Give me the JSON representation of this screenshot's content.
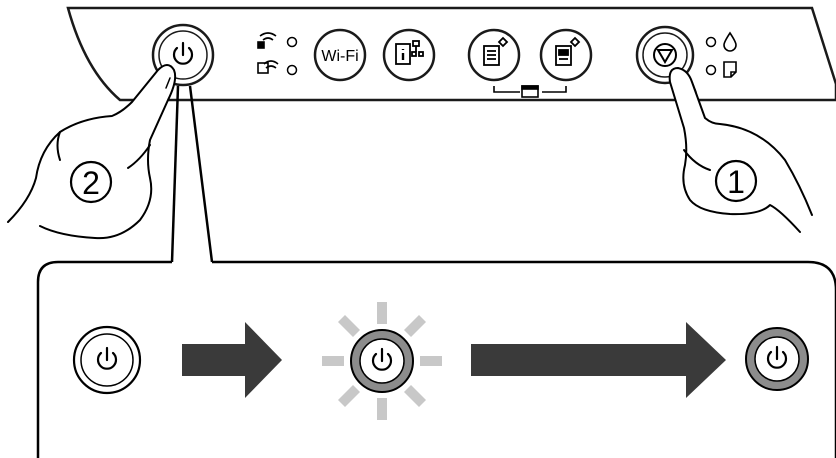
{
  "panel": {
    "wifi_button_label": "Wi-Fi",
    "icons": {
      "power": "power-icon",
      "wifi_status": "wifi-signal-icon",
      "wifi_direct_status": "wifi-direct-icon",
      "network_status_sheet": "info-network-icon",
      "copy_bw": "copy-bw-icon",
      "copy_color": "copy-color-icon",
      "stop": "stop-icon",
      "ink": "ink-drop-icon",
      "paper": "paper-icon"
    }
  },
  "steps": {
    "step1_label": "1",
    "step2_label": "2"
  },
  "sequence": {
    "states": [
      "off",
      "flashing",
      "on"
    ]
  }
}
